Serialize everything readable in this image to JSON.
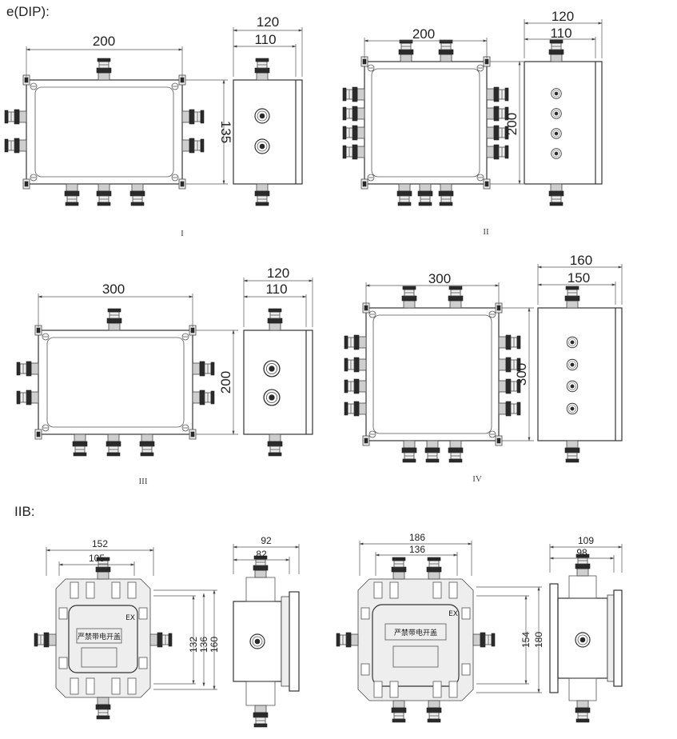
{
  "sections": {
    "dip": "e(DIP):",
    "iib": "IIB:"
  },
  "views": {
    "I": {
      "label": "I",
      "width": "200",
      "side_outer": "120",
      "side_inner": "110",
      "height": "135"
    },
    "II": {
      "label": "II",
      "width": "200",
      "side_outer": "120",
      "side_inner": "110",
      "height": "200"
    },
    "III": {
      "label": "III",
      "width": "300",
      "side_outer": "120",
      "side_inner": "110",
      "height": "200"
    },
    "IV": {
      "label": "IV",
      "width": "300",
      "side_outer": "160",
      "side_inner": "150",
      "height": "300"
    }
  },
  "iib_small": {
    "w_outer": "152",
    "w_inner": "105",
    "h1": "132",
    "h2": "136",
    "h3": "160",
    "side_outer": "92",
    "side_inner": "82",
    "badge": "EX",
    "plate": "严禁带电开盖"
  },
  "iib_large": {
    "w_outer": "186",
    "w_inner": "136",
    "h1": "154",
    "h2": "180",
    "side_outer": "109",
    "side_inner": "98",
    "badge": "EX",
    "plate": "严禁带电开盖"
  }
}
